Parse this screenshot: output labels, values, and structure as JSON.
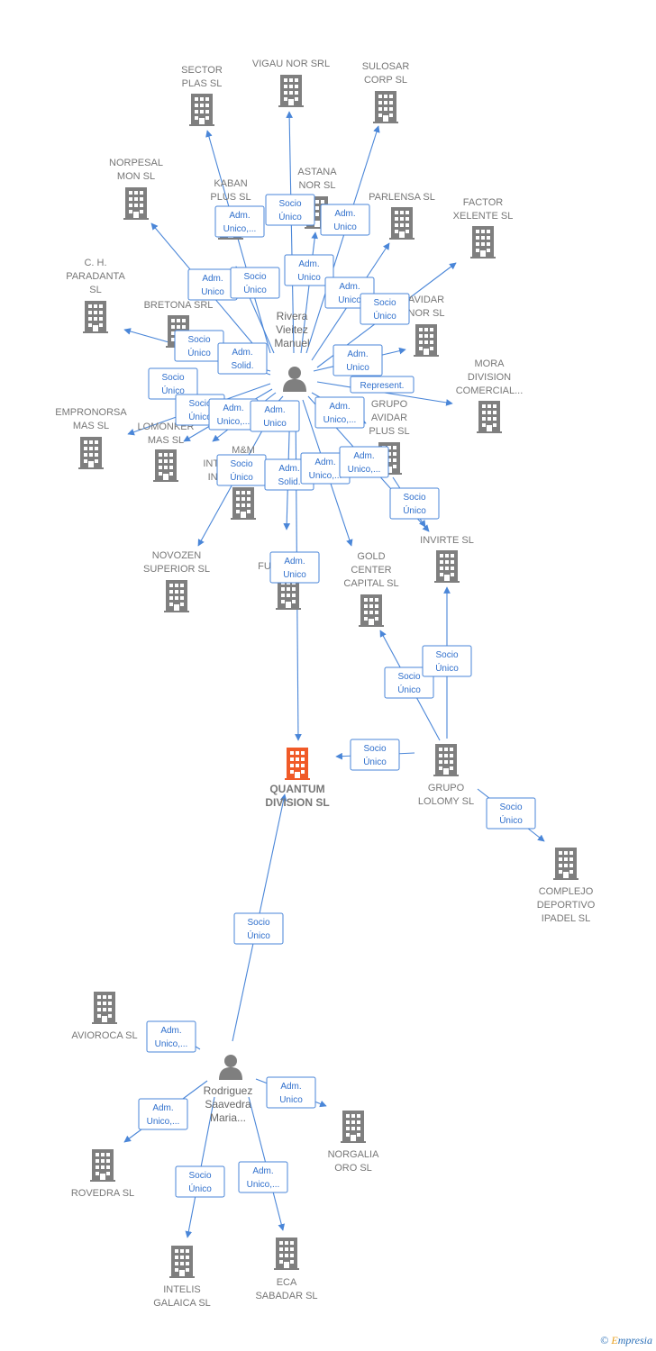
{
  "colors": {
    "company": "#7f7f7f",
    "focus": "#f05a28",
    "person": "#7f7f7f",
    "edge": "#4a86d8"
  },
  "icons": {
    "company": "building-icon",
    "person": "person-icon"
  },
  "focus_node": "QUANTUM DIVISION SL",
  "persons": [
    {
      "id": "p1",
      "lines": [
        "Rivera",
        "Vieitez",
        "Manuel"
      ]
    },
    {
      "id": "p2",
      "lines": [
        "Rodriguez",
        "Saavedra",
        "Maria..."
      ]
    }
  ],
  "companies": [
    {
      "id": "c_sector",
      "lines": [
        "SECTOR",
        "PLAS  SL"
      ]
    },
    {
      "id": "c_vigau",
      "lines": [
        "VIGAU NOR SRL"
      ]
    },
    {
      "id": "c_sulosar",
      "lines": [
        "SULOSAR",
        "CORP  SL"
      ]
    },
    {
      "id": "c_norpesal",
      "lines": [
        "NORPESAL",
        "MON  SL"
      ]
    },
    {
      "id": "c_kaban",
      "lines": [
        "KABAN",
        "PLUS  SL"
      ]
    },
    {
      "id": "c_astana",
      "lines": [
        "ASTANA",
        "NOR SL"
      ]
    },
    {
      "id": "c_parlensa",
      "lines": [
        "PARLENSA SL"
      ]
    },
    {
      "id": "c_factor",
      "lines": [
        "FACTOR",
        "XELENTE  SL"
      ]
    },
    {
      "id": "c_paradanta",
      "lines": [
        "C.  H.",
        "PARADANTA",
        "SL"
      ]
    },
    {
      "id": "c_bretona",
      "lines": [
        "BRETONA SRL"
      ]
    },
    {
      "id": "c_avidarnor",
      "lines": [
        "AVIDAR",
        "NOR SL"
      ]
    },
    {
      "id": "c_mora",
      "lines": [
        "MORA",
        "DIVISION",
        "COMERCIAL..."
      ]
    },
    {
      "id": "c_empronorsa",
      "lines": [
        "EMPRONORSA",
        "MAS  SL"
      ]
    },
    {
      "id": "c_lomonker",
      "lines": [
        "LOMONKER",
        "MAS  SL"
      ]
    },
    {
      "id": "c_gavidar",
      "lines": [
        "GRUPO",
        "AVIDAR",
        "PLUS SL"
      ]
    },
    {
      "id": "c_mm",
      "lines": [
        "M&M",
        "INTERNACIONAL",
        "INVESTMENT..."
      ]
    },
    {
      "id": "c_invirte",
      "lines": [
        "INVIRTE  SL"
      ]
    },
    {
      "id": "c_novozen",
      "lines": [
        "NOVOZEN",
        "SUPERIOR  SL"
      ]
    },
    {
      "id": "c_fuertes",
      "lines": [
        "FUERTES SL"
      ]
    },
    {
      "id": "c_gold",
      "lines": [
        "GOLD",
        "CENTER",
        "CAPITAL SL"
      ]
    },
    {
      "id": "c_quantum",
      "lines": [
        "QUANTUM",
        "DIVISION  SL"
      ]
    },
    {
      "id": "c_lolomy",
      "lines": [
        "GRUPO",
        "LOLOMY  SL"
      ]
    },
    {
      "id": "c_complejo",
      "lines": [
        "COMPLEJO",
        "DEPORTIVO",
        "IPADEL  SL"
      ]
    },
    {
      "id": "c_avioroca",
      "lines": [
        "AVIOROCA  SL"
      ]
    },
    {
      "id": "c_norgalia",
      "lines": [
        "NORGALIA",
        "ORO SL"
      ]
    },
    {
      "id": "c_rovedra",
      "lines": [
        "ROVEDRA  SL"
      ]
    },
    {
      "id": "c_intelis",
      "lines": [
        "INTELIS",
        "GALAICA SL"
      ]
    },
    {
      "id": "c_eca",
      "lines": [
        "ECA",
        "SABADAR  SL"
      ]
    }
  ],
  "relations": [
    {
      "from": "p1",
      "to": "c_sector",
      "lines": [
        "Adm.",
        "Unico,..."
      ]
    },
    {
      "from": "p1",
      "to": "c_vigau",
      "lines": [
        "Socio",
        "Único"
      ]
    },
    {
      "from": "p1",
      "to": "c_sulosar",
      "lines": [
        "Adm.",
        "Unico"
      ]
    },
    {
      "from": "p1",
      "to": "c_norpesal",
      "lines": [
        "Adm.",
        "Unico"
      ]
    },
    {
      "from": "p1",
      "to": "c_kaban",
      "lines": [
        "Socio",
        "Único"
      ]
    },
    {
      "from": "p1",
      "to": "c_astana",
      "lines": [
        "Adm.",
        "Unico"
      ]
    },
    {
      "from": "p1",
      "to": "c_parlensa",
      "lines": [
        "Adm.",
        "Unico"
      ]
    },
    {
      "from": "p1",
      "to": "c_factor",
      "lines": [
        "Socio",
        "Único"
      ]
    },
    {
      "from": "p1",
      "to": "c_paradanta",
      "lines": [
        "Socio",
        "Único"
      ]
    },
    {
      "from": "p1",
      "to": "c_bretona",
      "lines": [
        "Adm.",
        "Solid."
      ]
    },
    {
      "from": "p1",
      "to": "c_avidarnor",
      "lines": [
        "Adm.",
        "Unico"
      ]
    },
    {
      "from": "p1",
      "to": "c_mora",
      "lines": [
        "Represent."
      ]
    },
    {
      "from": "p1",
      "to": "c_empronorsa",
      "lines": [
        "Socio",
        "Único"
      ]
    },
    {
      "from": "p1",
      "to": "c_lomonker",
      "lines": [
        "Socio",
        "Único"
      ]
    },
    {
      "from": "p1",
      "to": "c_mm",
      "lines": [
        "Adm.",
        "Unico,..."
      ]
    },
    {
      "from": "p1",
      "to": "c_mm",
      "lines": [
        "Adm.",
        "Unico"
      ]
    },
    {
      "from": "p1",
      "to": "c_gavidar",
      "lines": [
        "Adm.",
        "Unico,..."
      ]
    },
    {
      "from": "p1",
      "to": "c_novozen",
      "lines": [
        "Socio",
        "Único"
      ]
    },
    {
      "from": "p1",
      "to": "c_fuertes",
      "lines": [
        "Adm.",
        "Solid."
      ]
    },
    {
      "from": "p1",
      "to": "c_gold",
      "lines": [
        "Adm.",
        "Unico,..."
      ]
    },
    {
      "from": "p1",
      "to": "c_invirte",
      "lines": [
        "Adm.",
        "Unico,..."
      ]
    },
    {
      "from": "c_gavidar",
      "to": "c_invirte",
      "lines": [
        "Socio",
        "Único"
      ]
    },
    {
      "from": "p1",
      "to": "c_quantum",
      "lines": [
        "Adm.",
        "Unico"
      ]
    },
    {
      "from": "c_lolomy",
      "to": "c_quantum",
      "lines": [
        "Socio",
        "Único"
      ]
    },
    {
      "from": "c_lolomy",
      "to": "c_gold",
      "lines": [
        "Socio",
        "Único"
      ]
    },
    {
      "from": "c_lolomy",
      "to": "c_invirte",
      "lines": [
        "Socio",
        "Único"
      ]
    },
    {
      "from": "c_lolomy",
      "to": "c_complejo",
      "lines": [
        "Socio",
        "Único"
      ]
    },
    {
      "from": "p2",
      "to": "c_quantum",
      "lines": [
        "Socio",
        "Único"
      ]
    },
    {
      "from": "p2",
      "to": "c_avioroca",
      "lines": [
        "Adm.",
        "Unico,..."
      ]
    },
    {
      "from": "p2",
      "to": "c_norgalia",
      "lines": [
        "Adm.",
        "Unico"
      ]
    },
    {
      "from": "p2",
      "to": "c_rovedra",
      "lines": [
        "Adm.",
        "Unico,..."
      ]
    },
    {
      "from": "p2",
      "to": "c_intelis",
      "lines": [
        "Socio",
        "Único"
      ]
    },
    {
      "from": "p2",
      "to": "c_eca",
      "lines": [
        "Adm.",
        "Unico,..."
      ]
    }
  ],
  "credit": {
    "symbol": "©",
    "brand_initial": "E",
    "brand_rest": "mpresia"
  }
}
